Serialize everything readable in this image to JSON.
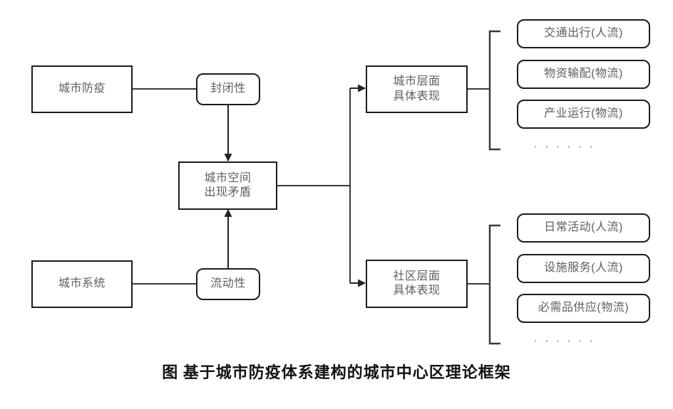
{
  "figure": {
    "caption": "图 基于城市防疫体系建构的城市中心区理论框架",
    "ellipsis_symbol": "· · · · · ·",
    "colors": {
      "border": "#1c1c1c",
      "node_text": "#5e5e5e",
      "edge": "#3a3a3a",
      "caption_text": "#121212",
      "ellipsis_text": "#9a9a9a",
      "background": "#ffffff"
    }
  },
  "nodes": {
    "source_top": {
      "label": "城市防疫",
      "shape": "rect"
    },
    "source_bottom": {
      "label": "城市系统",
      "shape": "rect"
    },
    "attribute_top": {
      "label": "封闭性",
      "shape": "pill"
    },
    "attribute_bottom": {
      "label": "流动性",
      "shape": "pill"
    },
    "core": {
      "line1": "城市空间",
      "line2": "出现矛盾",
      "shape": "rect"
    },
    "layer_city": {
      "line1": "城市层面",
      "line2": "具体表现",
      "shape": "rect"
    },
    "layer_community": {
      "line1": "社区层面",
      "line2": "具体表现",
      "shape": "rect"
    }
  },
  "groups": {
    "city_level": {
      "title": "城市层面具体表现",
      "items": [
        {
          "label": "交通出行(人流)"
        },
        {
          "label": "物资输配(物流)"
        },
        {
          "label": "产业运行(物流)"
        }
      ],
      "more": "· · · · · ·"
    },
    "community_level": {
      "title": "社区层面具体表现",
      "items": [
        {
          "label": "日常活动(人流)"
        },
        {
          "label": "设施服务(人流)"
        },
        {
          "label": "必需品供应(物流)"
        }
      ],
      "more": "· · · · · ·"
    }
  }
}
